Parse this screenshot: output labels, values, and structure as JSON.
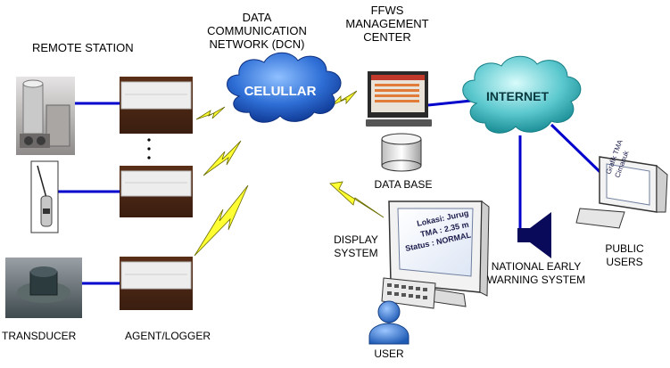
{
  "labels": {
    "remote_station": "REMOTE STATION",
    "dcn_line1": "DATA",
    "dcn_line2": "COMMUNICATION",
    "dcn_line3": "NETWORK (DCN)",
    "ffws_line1": "FFWS",
    "ffws_line2": "MANAGEMENT",
    "ffws_line3": "CENTER",
    "cellular": "CELULLAR",
    "internet": "INTERNET",
    "database": "DATA BASE",
    "display_line1": "DISPLAY",
    "display_line2": "SYSTEM",
    "transducer": "TRANSDUCER",
    "agent_logger": "AGENT/LOGGER",
    "user": "USER",
    "early_line1": "NATIONAL EARLY",
    "early_line2": "WARNING SYSTEM",
    "public_line1": "PUBLIC",
    "public_line2": "USERS"
  },
  "display_screen": {
    "line1": "Lokasi: Jurug",
    "line2": "TMA : 2.35 m",
    "line3": "Status : NORMAL"
  },
  "public_screen": {
    "line1": "Grafik TMA",
    "line2": "Cimanuk"
  },
  "colors": {
    "link": "#0000cc",
    "cloud_cellular": "#2f6fd6",
    "cloud_internet": "#2fb4b8",
    "lightning": "#ffff33"
  },
  "icons": [
    "sensor-photo-icon",
    "probe-icon",
    "transducer-photo-icon",
    "logger-box-icon",
    "computer-icon",
    "database-icon",
    "display-monitor-icon",
    "user-icon",
    "speaker-icon",
    "public-computer-icon",
    "lightning-icon"
  ]
}
